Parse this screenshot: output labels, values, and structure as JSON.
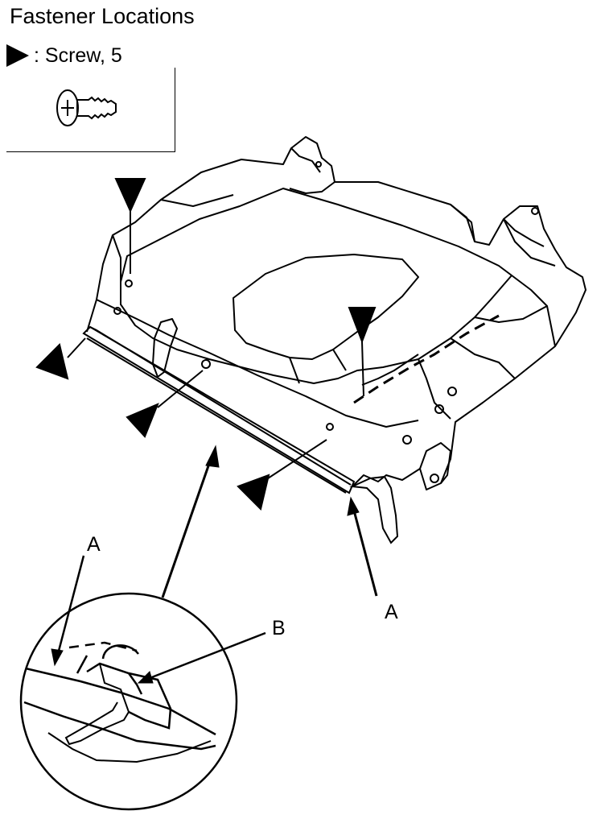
{
  "title": "Fastener Locations",
  "legend": {
    "separator": ":",
    "label": "Screw, 5",
    "icon": "screw-icon"
  },
  "callouts": {
    "a_right": "A",
    "a_inset": "A",
    "b_inset": "B"
  }
}
